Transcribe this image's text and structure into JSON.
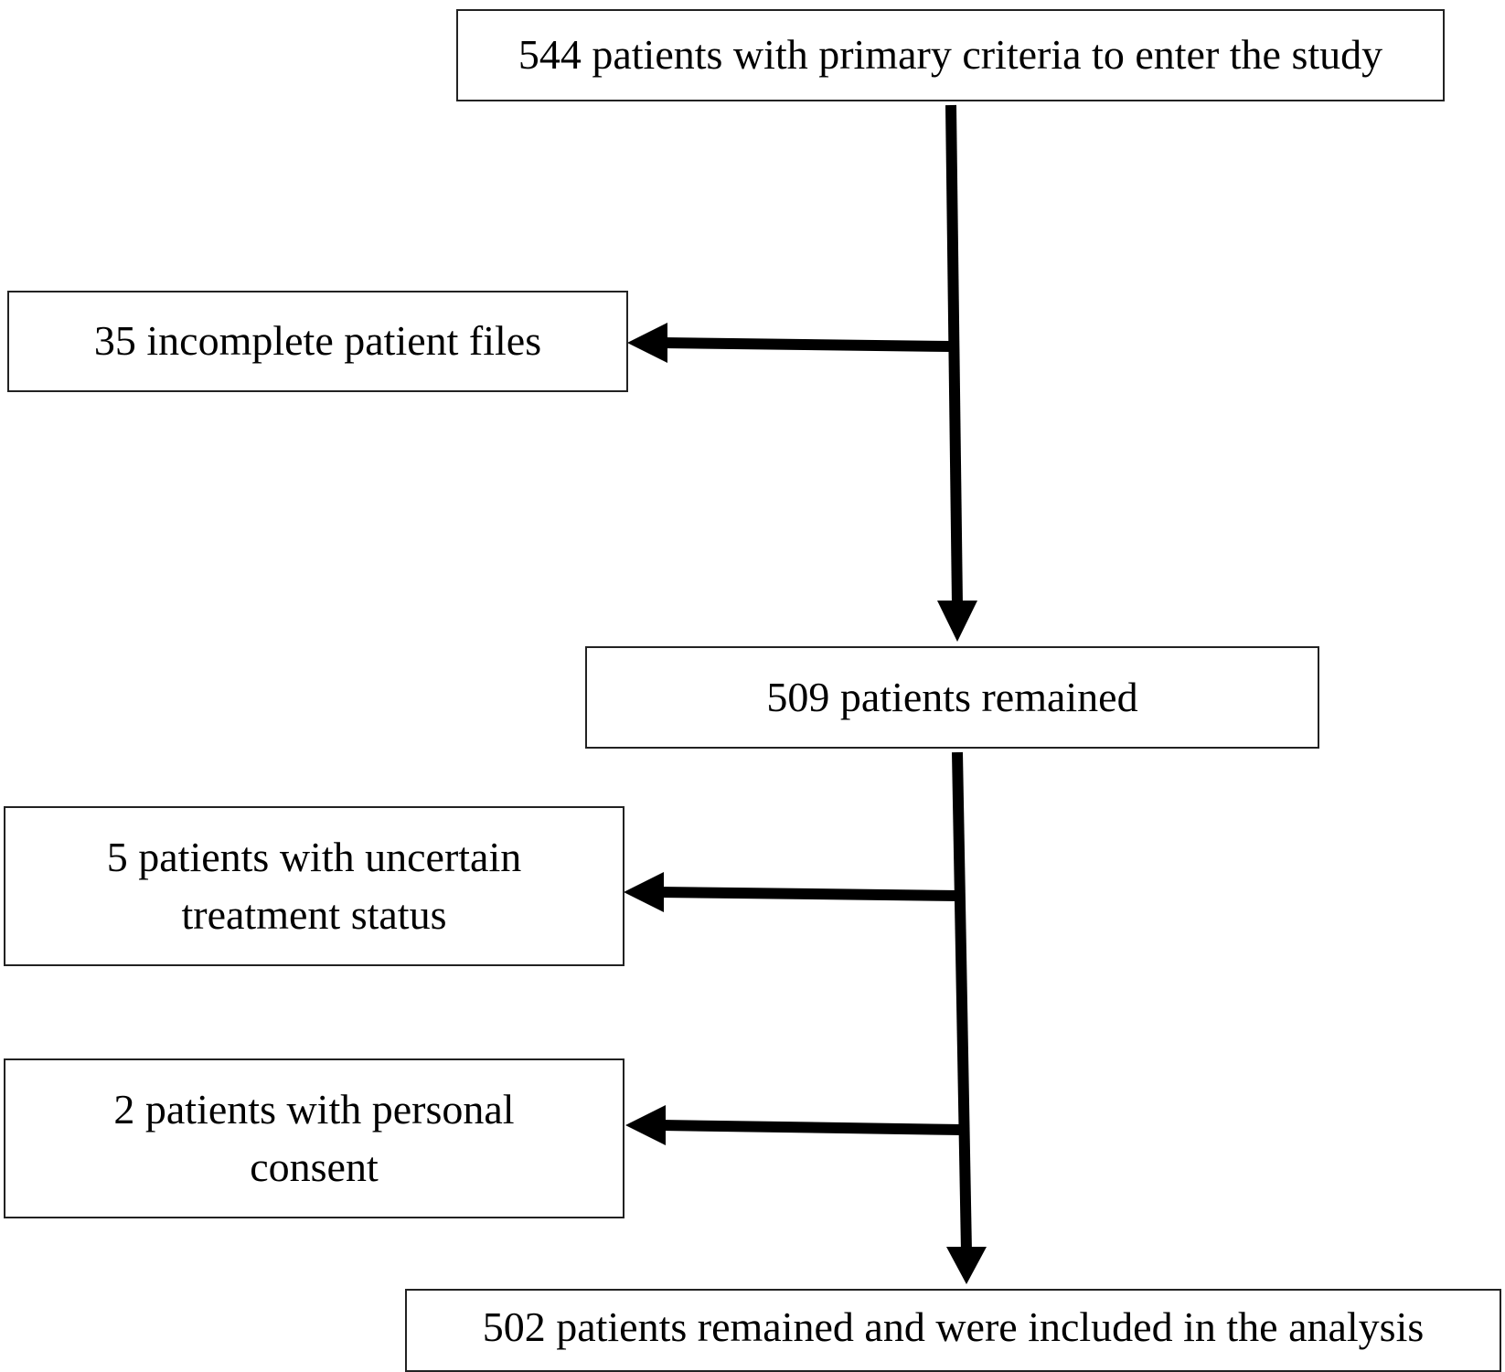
{
  "flowchart": {
    "start": "544 patients with primary criteria to enter the study",
    "exclusion_1": "35 incomplete patient files",
    "remaining_1": "509 patients remained",
    "exclusion_2": "5 patients with uncertain treatment status",
    "exclusion_3": "2 patients with personal consent",
    "final": "502 patients remained and were included in the analysis"
  }
}
